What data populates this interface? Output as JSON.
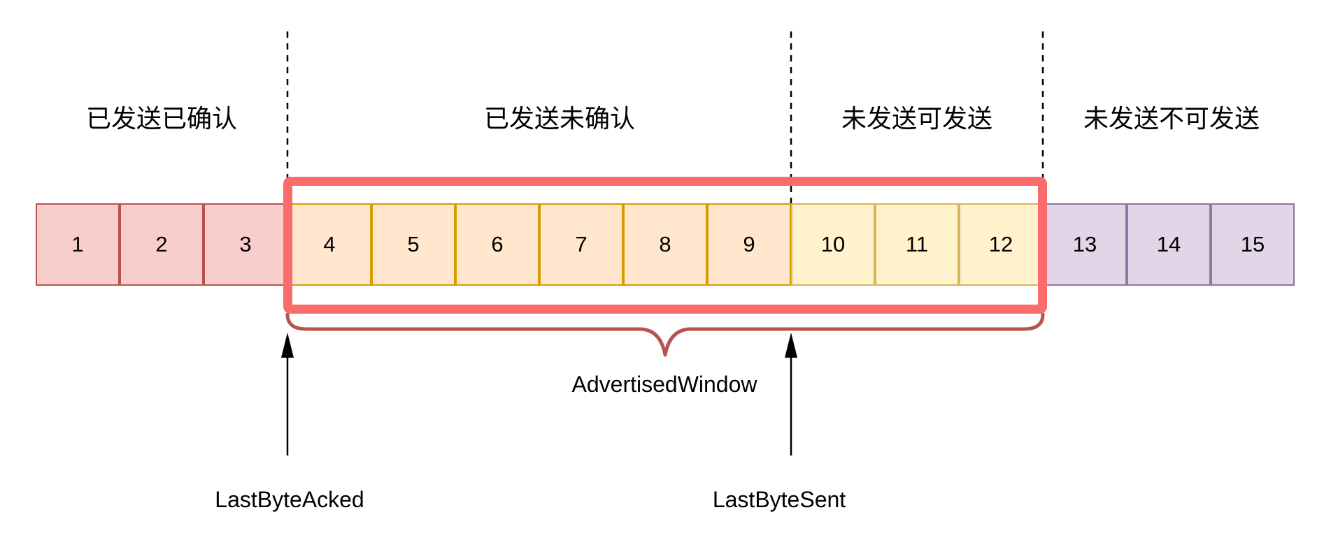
{
  "diagram": {
    "sections": [
      {
        "label": "已发送已确认"
      },
      {
        "label": "已发送未确认"
      },
      {
        "label": "未发送可发送"
      },
      {
        "label": "未发送不可发送"
      }
    ],
    "segments": [
      {
        "number": "1",
        "category": "sent_acked"
      },
      {
        "number": "2",
        "category": "sent_acked"
      },
      {
        "number": "3",
        "category": "sent_acked"
      },
      {
        "number": "4",
        "category": "sent_unacked"
      },
      {
        "number": "5",
        "category": "sent_unacked"
      },
      {
        "number": "6",
        "category": "sent_unacked"
      },
      {
        "number": "7",
        "category": "sent_unacked"
      },
      {
        "number": "8",
        "category": "sent_unacked"
      },
      {
        "number": "9",
        "category": "sent_unacked"
      },
      {
        "number": "10",
        "category": "unsent_sendable"
      },
      {
        "number": "11",
        "category": "unsent_sendable"
      },
      {
        "number": "12",
        "category": "unsent_sendable"
      },
      {
        "number": "13",
        "category": "unsent_unsendable"
      },
      {
        "number": "14",
        "category": "unsent_unsendable"
      },
      {
        "number": "15",
        "category": "unsent_unsendable"
      }
    ],
    "annotations": {
      "advertised_window": "AdvertisedWindow",
      "last_byte_acked": "LastByteAcked",
      "last_byte_sent": "LastByteSent"
    },
    "palette": {
      "sent_acked": {
        "fill": "#f8cecc",
        "stroke": "#b85450"
      },
      "sent_unacked": {
        "fill": "#ffe6cc",
        "stroke": "#d79b00"
      },
      "unsent_sendable": {
        "fill": "#fff2cc",
        "stroke": "#d6b656"
      },
      "unsent_unsendable": {
        "fill": "#e1d5e7",
        "stroke": "#9673a6"
      },
      "window_border": "#fb6b6b",
      "brace": "#b85450",
      "line": "#000000"
    }
  }
}
